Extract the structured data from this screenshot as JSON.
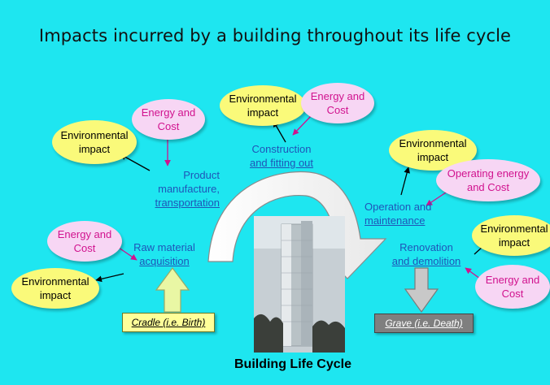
{
  "title": "Impacts incurred by a building throughout its life cycle",
  "center_label": "Building Life Cycle",
  "cradle_label": "Cradle (i.e. Birth)",
  "grave_label": "Grave (i.e. Death)",
  "stages": {
    "raw_material": {
      "line1": "Raw material",
      "line2": "acquisition"
    },
    "product": {
      "line1": "Product",
      "line2": "manufacture,",
      "line3": "transportation"
    },
    "construction": {
      "line1": "Construction",
      "line2": "and fitting out"
    },
    "operation": {
      "line1": "Operation and",
      "line2": "maintenance"
    },
    "renovation": {
      "line1": "Renovation",
      "line2": "and demolition"
    }
  },
  "bubbles": {
    "env_label": "Environmental\nimpact",
    "energy_cost_label": "Energy and\nCost",
    "operating_energy_label": "Operating energy\nand Cost"
  },
  "colors": {
    "background": "#1ee6f0",
    "environmental_fill": "#fafa7a",
    "energy_fill": "#f7d6f4",
    "energy_text": "#d1128e",
    "stage_text": "#1f55b8",
    "cradle_box": "#ffff99",
    "grave_box": "#7f7f7f"
  }
}
